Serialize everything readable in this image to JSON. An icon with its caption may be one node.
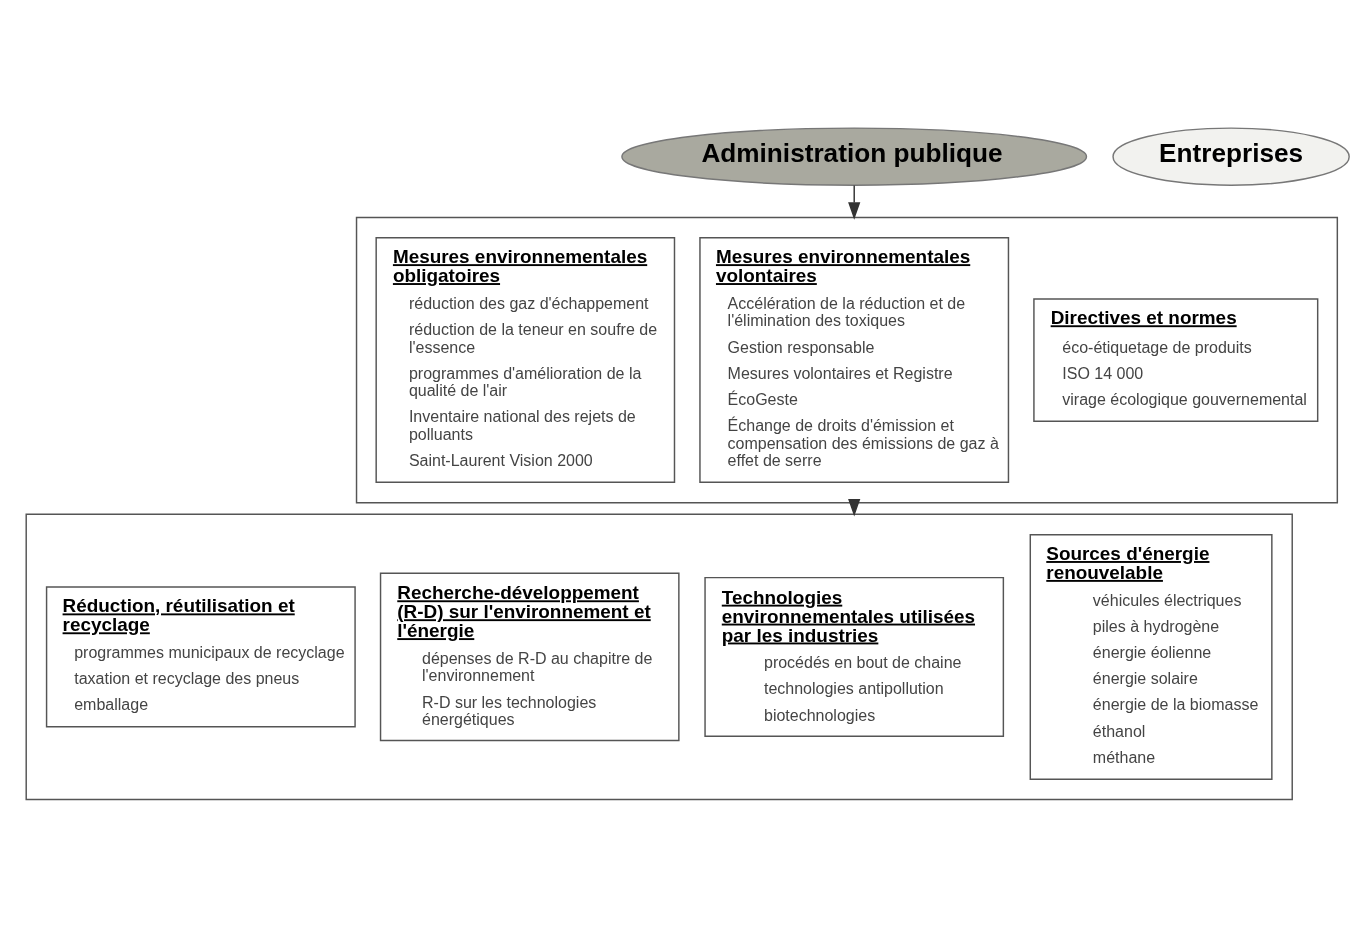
{
  "diagram": {
    "nodes": [
      {
        "text": [
          "Administration publique"
        ]
      },
      {
        "text": [
          "Entreprises"
        ]
      },
      {
        "text": [],
        "shape": "box"
      },
      {
        "text": [
          "Mesures environnementales obligatoires",
          "réduction des gaz d'échappement",
          "réduction de la teneur en soufre de l'essence",
          "programmes d'amélioration de la qualité de l'air",
          "Inventaire national des rejets de polluants",
          "Saint-Laurent Vision 2000"
        ],
        "in": 2
      },
      {
        "text": [
          "Mesures environnementales volontaires",
          "Accélération de la réduction et de l'élimination des toxiques",
          "Gestion responsable",
          "Mesures volontaires et Registre",
          "ÉcoGeste",
          "Échange de droits d'émission et compensation des émissions de gaz à effet de serre"
        ],
        "in": 2
      },
      {
        "text": [
          "Directives et normes",
          "éco-étiquetage de produits",
          "ISO 14 000",
          "virage écologique gouvernemental"
        ],
        "in": 2
      },
      {
        "text": [],
        "shape": "box"
      },
      {
        "text": [
          "Réduction, réutilisation et recyclage",
          "programmes municipaux de recyclage",
          "taxation et recyclage des pneus",
          "emballage"
        ],
        "in": 6
      },
      {
        "text": [
          "Recherche-développement (R-D) sur l'environnement et l'énergie",
          "dépenses de R-D au chapitre de l'environnement",
          "R-D sur les technologies énergétiques"
        ],
        "in": 6
      },
      {
        "text": [
          "Technologies environnementales utilisées par les industries",
          "procédés en bout de chaine",
          "technologies antipollution",
          "biotechnologies"
        ],
        "in": 6
      },
      {
        "text": [
          "Sources d'énergie renouvelable",
          "véhicules électriques",
          "piles à hydrogène",
          "énergie éolienne",
          "énergie solaire",
          "énergie de la biomasse",
          "éthanol",
          "méthane"
        ],
        "in": 6
      }
    ],
    "edges": [
      {
        "from": 0,
        "to": 2,
        "arrow": "to"
      },
      {
        "from": 2,
        "to": 6,
        "arrow": "to"
      }
    ]
  }
}
